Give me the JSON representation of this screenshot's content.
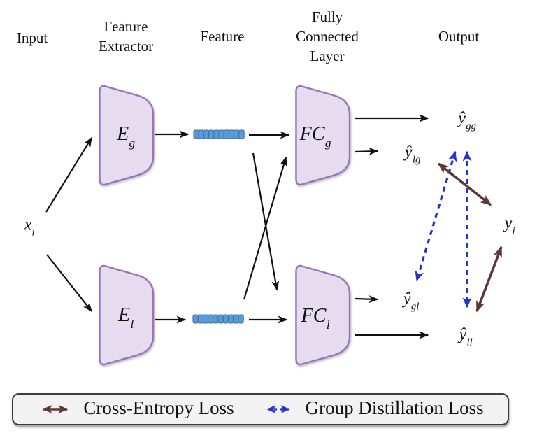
{
  "headers": {
    "input": "Input",
    "feature_extractor_line1": "Feature",
    "feature_extractor_line2": "Extractor",
    "feature": "Feature",
    "fully_connected_line1": "Fully",
    "fully_connected_line2": "Connected",
    "fully_connected_line3": "Layer",
    "output": "Output"
  },
  "nodes": {
    "input_x": {
      "base": "x",
      "sub": "i"
    },
    "extractor_g": {
      "base": "E",
      "sub": "g"
    },
    "extractor_l": {
      "base": "E",
      "sub": "l"
    },
    "fc_g": {
      "base": "FC",
      "sub": "g"
    },
    "fc_l": {
      "base": "FC",
      "sub": "l"
    },
    "output_gg": {
      "base": "ŷ",
      "sub": "gg"
    },
    "output_lg": {
      "base": "ŷ",
      "sub": "lg"
    },
    "output_gl": {
      "base": "ŷ",
      "sub": "gl"
    },
    "output_ll": {
      "base": "ŷ",
      "sub": "ll"
    },
    "target_y": {
      "base": "y",
      "sub": "i"
    }
  },
  "legend": {
    "cross_entropy_label": "Cross-Entropy Loss",
    "group_distillation_label": "Group Distillation Loss"
  },
  "icons": {
    "cross_entropy_arrow": "double-headed-solid-arrow",
    "group_distillation_arrow": "double-headed-dashed-arrow"
  },
  "colors": {
    "node_fill": "#e6dcef",
    "node_border": "#9577b5",
    "feature_fill": "#5b9bd5",
    "feature_border": "#3c72a6",
    "black_arrow": "#111111",
    "cross_entropy_arrow": "#5e3737",
    "distillation_arrow": "#2335cd",
    "legend_bg": "#f2f2f2",
    "legend_border": "#3d3d3d",
    "text": "#111111"
  }
}
